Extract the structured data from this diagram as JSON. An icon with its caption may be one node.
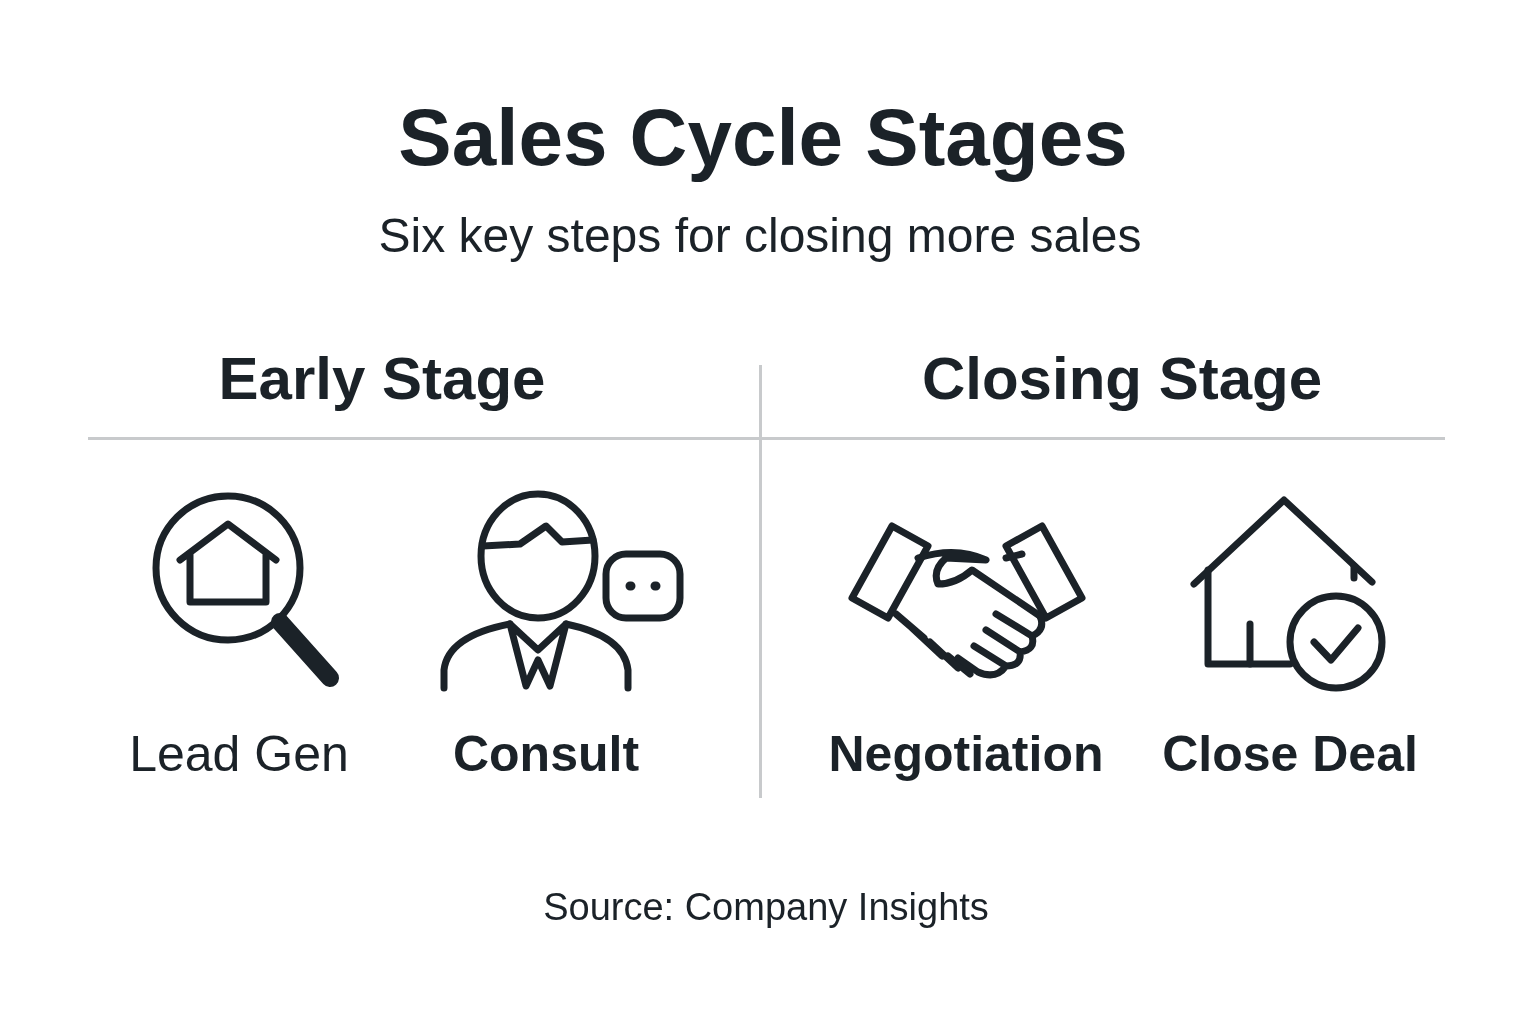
{
  "diagram": {
    "title": "Sales Cycle Stages",
    "caption": "Source: Company Insights",
    "labels": [
      "Six key steps for closing more sales",
      "Early Stage",
      "Closing Stage",
      "Lead Gen",
      "Consult",
      "Negotiation",
      "Close Deal"
    ]
  }
}
